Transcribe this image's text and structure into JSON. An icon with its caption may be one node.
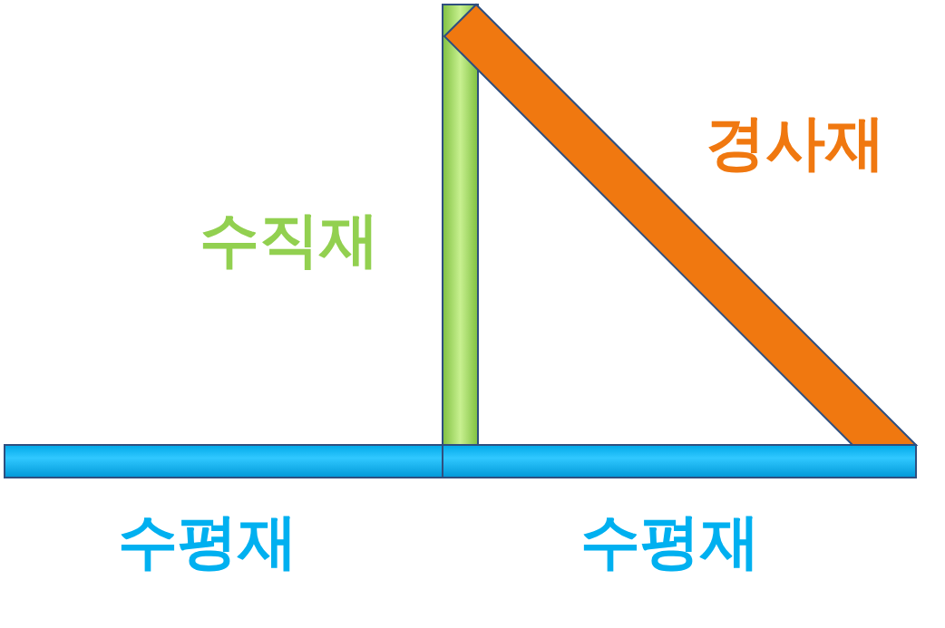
{
  "diagram": {
    "labels": [
      "경사재",
      "수직재",
      "수평재",
      "수평재"
    ]
  }
}
